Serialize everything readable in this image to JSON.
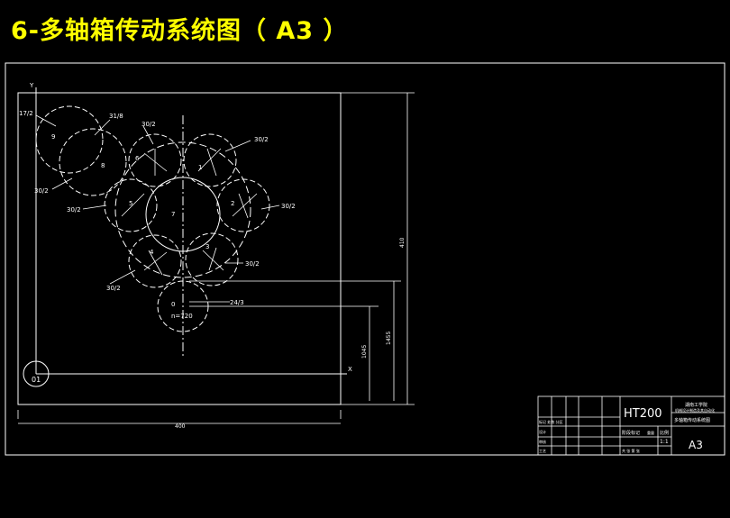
{
  "title": "6-多轴箱传动系统图（  A3 ）",
  "colors": {
    "background": "#000000",
    "title": "#ffff00",
    "lines": "#ffffff"
  },
  "axes": {
    "y": "Y",
    "x": "X",
    "origin": "01"
  },
  "gear_labels": {
    "g9": "9",
    "g8": "8",
    "g6": "6",
    "g1": "1",
    "g5": "5",
    "g7": "7",
    "g2": "2",
    "g4": "4",
    "g3": "3",
    "g0": "0"
  },
  "leaders": {
    "l1": "17/2",
    "l2": "31/8",
    "l3": "30/2",
    "l4": "30/2",
    "l5": "30/2",
    "l6": "30/2",
    "l7": "30/2",
    "l8": "30/2",
    "l9": "30/2",
    "l10": "24/3",
    "speed": "n=720"
  },
  "dimensions": {
    "width": "400",
    "height": "410",
    "d1": "1045",
    "d2": "1455"
  },
  "title_block": {
    "material": "HT200",
    "school": "湖南工学院",
    "dept": "机械设计制造及其自动化",
    "drawing_name": "多轴箱传动系统图",
    "scale_label": "比例",
    "scale": "1:1",
    "sheet": "A3",
    "row1": "标记 处数 分区",
    "row2": "设计",
    "row3": "审核",
    "row4": "工艺",
    "stage": "阶段标记",
    "weight": "重量",
    "sheets": "共  张  第  张"
  }
}
